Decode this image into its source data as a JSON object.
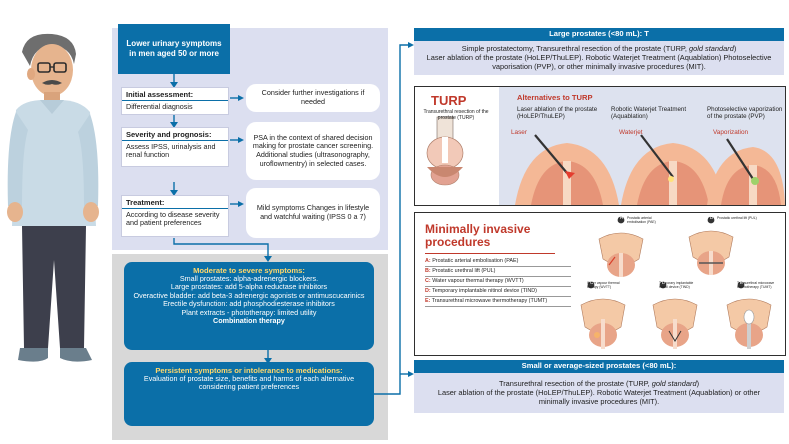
{
  "flow": {
    "start": "Lower urinary symptoms in men aged 50 or more",
    "initial": {
      "head": "Initial assessment:",
      "text": "Differential diagnosis"
    },
    "initial_note": "Consider further investigations if needed",
    "severity": {
      "head": "Severity and prognosis:",
      "text": "Assess IPSS, urinalysis and renal function"
    },
    "severity_note": "PSA in the context of shared decision making for prostate cancer screening. Additional studies (ultrasonography, uroflowmentry) in selected cases.",
    "treatment": {
      "head": "Treatment:",
      "text": "According to disease severity and patient preferences"
    },
    "treatment_note": "Mild symptoms Changes in lifestyle and watchful waiting (IPSS 0 a 7)"
  },
  "moderate": {
    "head": "Moderate to severe symptoms:",
    "lines": [
      "Small prostates: alpha-adrenergic blockers.",
      "Large prostates: add 5-alpha reductase inhibitors",
      "Overactive bladder: add beta-3 adrenergic agonists or antimuscucarinics",
      "Erectile dysfunction: add phosphodiesterase inhibitors",
      "Plant extracts - phototherapy: limited utility"
    ],
    "bold": "Combination therapy"
  },
  "persistent": {
    "head": "Persistent symptoms or intolerance to medications:",
    "text": "Evaluation of prostate size, benefits and harms of each alternative considering patient preferences"
  },
  "large": {
    "head": "Large prostates (<80 mL): T",
    "line1": "Simple prostatectomy, Transurethral resection of the prostate (TURP,",
    "line1_em": "gold standard",
    "line1_end": ")",
    "line2": "Laser ablation of the prostate (HoLEP/ThuLEP). Robotic Waterjet Treatment (Aquablation) Photoselective vaporisation (PVP), or other minimally invasive procedures (MIT)."
  },
  "turp": {
    "title": "TURP",
    "subtitle": "Transurethral resection of the prostate (TURP)",
    "alt_head": "Alternatives to TURP",
    "alts": [
      {
        "name": "Laser ablation of the prostate (HoLEP/ThuLEP)",
        "tag": "Laser"
      },
      {
        "name": "Robotic Waterjet Treatment (Aquablation)",
        "tag": "Waterjet"
      },
      {
        "name": "Photoselective vaporization of the prostate (PVP)",
        "tag": "Vaporization"
      }
    ]
  },
  "mi": {
    "title": "Minimally invasive procedures",
    "items": [
      {
        "k": "A:",
        "v": "Prostatic arterial embolisation (PAE)"
      },
      {
        "k": "B:",
        "v": "Prostatic urethral lift (PUL)"
      },
      {
        "k": "C:",
        "v": "Water vapour thermal therapy (WVTT)"
      },
      {
        "k": "D:",
        "v": "Temporary implantable nitinol device (TIND)"
      },
      {
        "k": "E:",
        "v": "Transurethral microwave thermotherapy (TUMT)"
      }
    ],
    "figs": [
      {
        "letter": "A",
        "label": "Prostatic arterial embolisation (PAE)"
      },
      {
        "letter": "B",
        "label": "Prostatic urethral lift (PUL)"
      },
      {
        "letter": "C",
        "label": "Water vapour thermal therapy (WVTT)"
      },
      {
        "letter": "D",
        "label": "Temporary implantable nitinol device (TIND)"
      },
      {
        "letter": "E",
        "label": "Transurethral microwave thermotherapy (TUMT)"
      }
    ]
  },
  "small": {
    "head": "Small or average-sized prostates (<80 mL):",
    "line1": "Transurethral resection of the prostate (TURP,",
    "line1_em": "gold standard",
    "line1_end": ")",
    "line2": "Laser ablation of the prostate (HoLEP/ThuLEP). Robotic Waterjet Treatment (Aquablation) or other minimally invasive procedures (MIT)."
  }
}
